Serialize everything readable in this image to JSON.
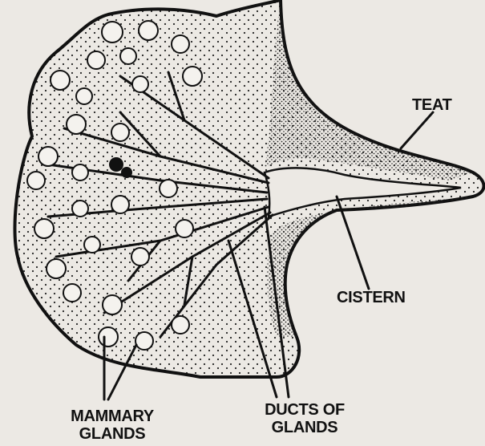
{
  "labels": {
    "teat": "TEAT",
    "cistern": "CISTERN",
    "mammary_line1": "MAMMARY",
    "mammary_line2": "GLANDS",
    "ducts_line1": "DUCTS OF",
    "ducts_line2": "GLANDS"
  },
  "colors": {
    "background": "#ece9e4",
    "ink": "#111111"
  }
}
